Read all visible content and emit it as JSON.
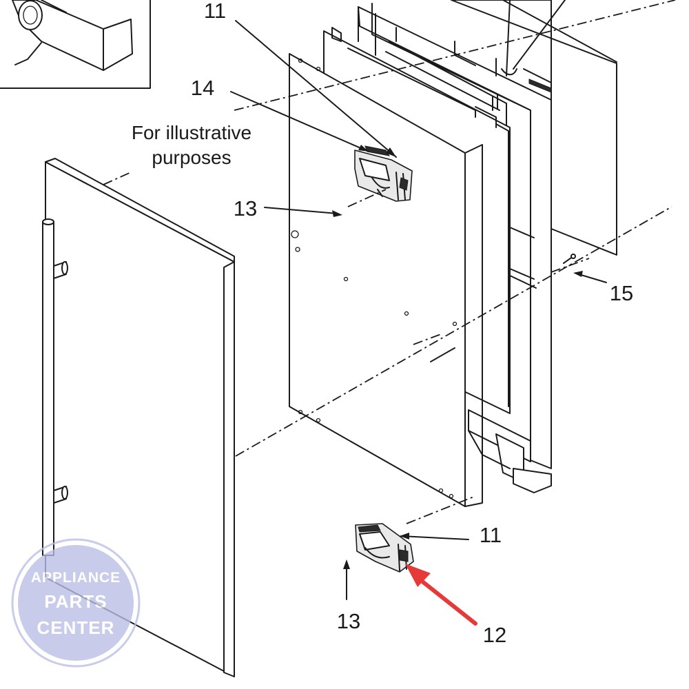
{
  "diagram": {
    "note_lines": [
      "For illustrative",
      "purposes"
    ],
    "callouts": {
      "c11_top": "11",
      "c14": "14",
      "c13_mid": "13",
      "c15": "15",
      "c11_bottom": "11",
      "c13_bottom": "13",
      "c12": "12"
    },
    "highlight_color": "#e63a3a",
    "line_color": "#1a1a1a"
  },
  "watermark": {
    "lines": [
      "APPLIANCE",
      "PARTS",
      "CENTER"
    ],
    "color": "#b9bde3"
  }
}
